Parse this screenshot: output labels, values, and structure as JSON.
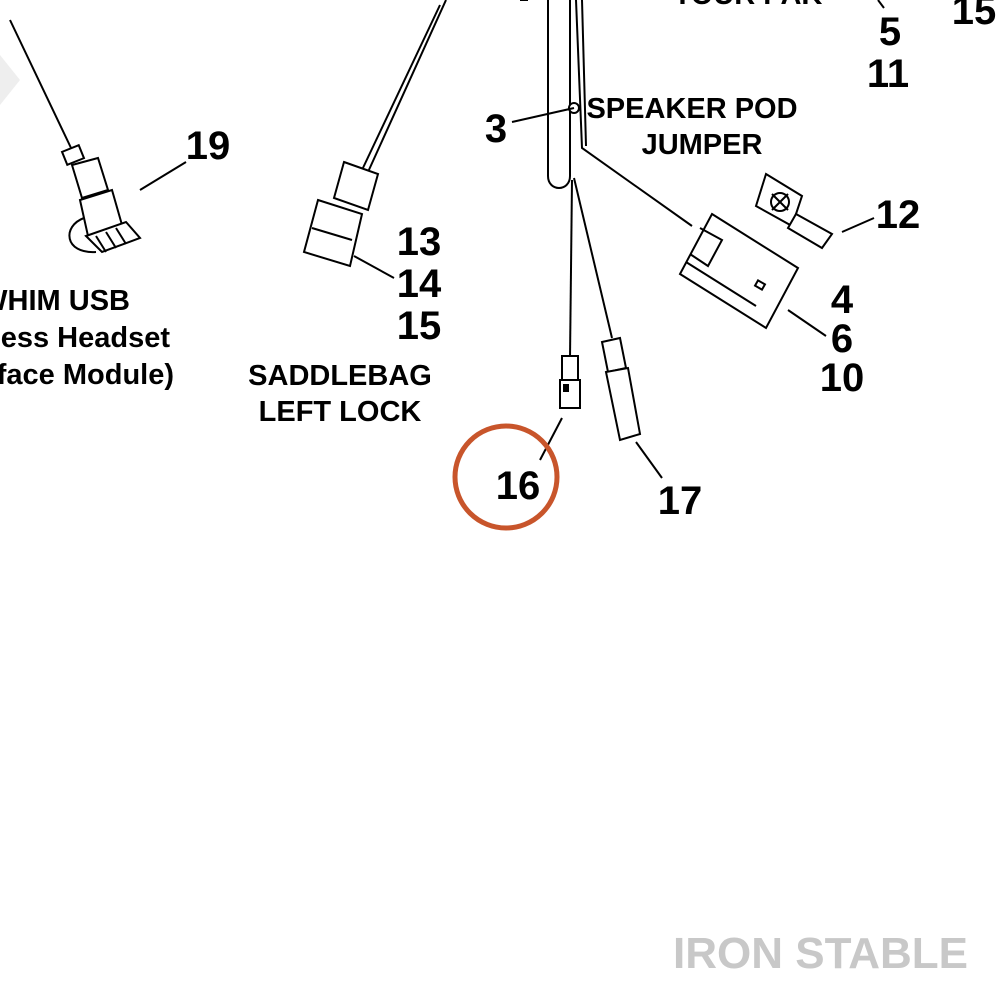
{
  "callouts": {
    "c3": "3",
    "c4": "4",
    "c5": "5",
    "c6": "6",
    "c10": "10",
    "c11": "11",
    "c12": "12",
    "c13": "13",
    "c14": "14",
    "c15_left": "15",
    "c15_top": "15",
    "c16": "16",
    "c17": "17",
    "c19": "19"
  },
  "labels": {
    "speaker_pod_line1": "SPEAKER POD",
    "speaker_pod_line2": "JUMPER",
    "saddlebag_line1": "SADDLEBAG",
    "saddlebag_line2": "LEFT LOCK",
    "usb_line1": "WHIM USB",
    "usb_line2": "eless Headset",
    "usb_line3": "rface Module)",
    "top_partial": "TOUR PAK"
  },
  "highlight": {
    "target": "16",
    "color": "#c8552b"
  },
  "watermark": "IRON STABLE"
}
